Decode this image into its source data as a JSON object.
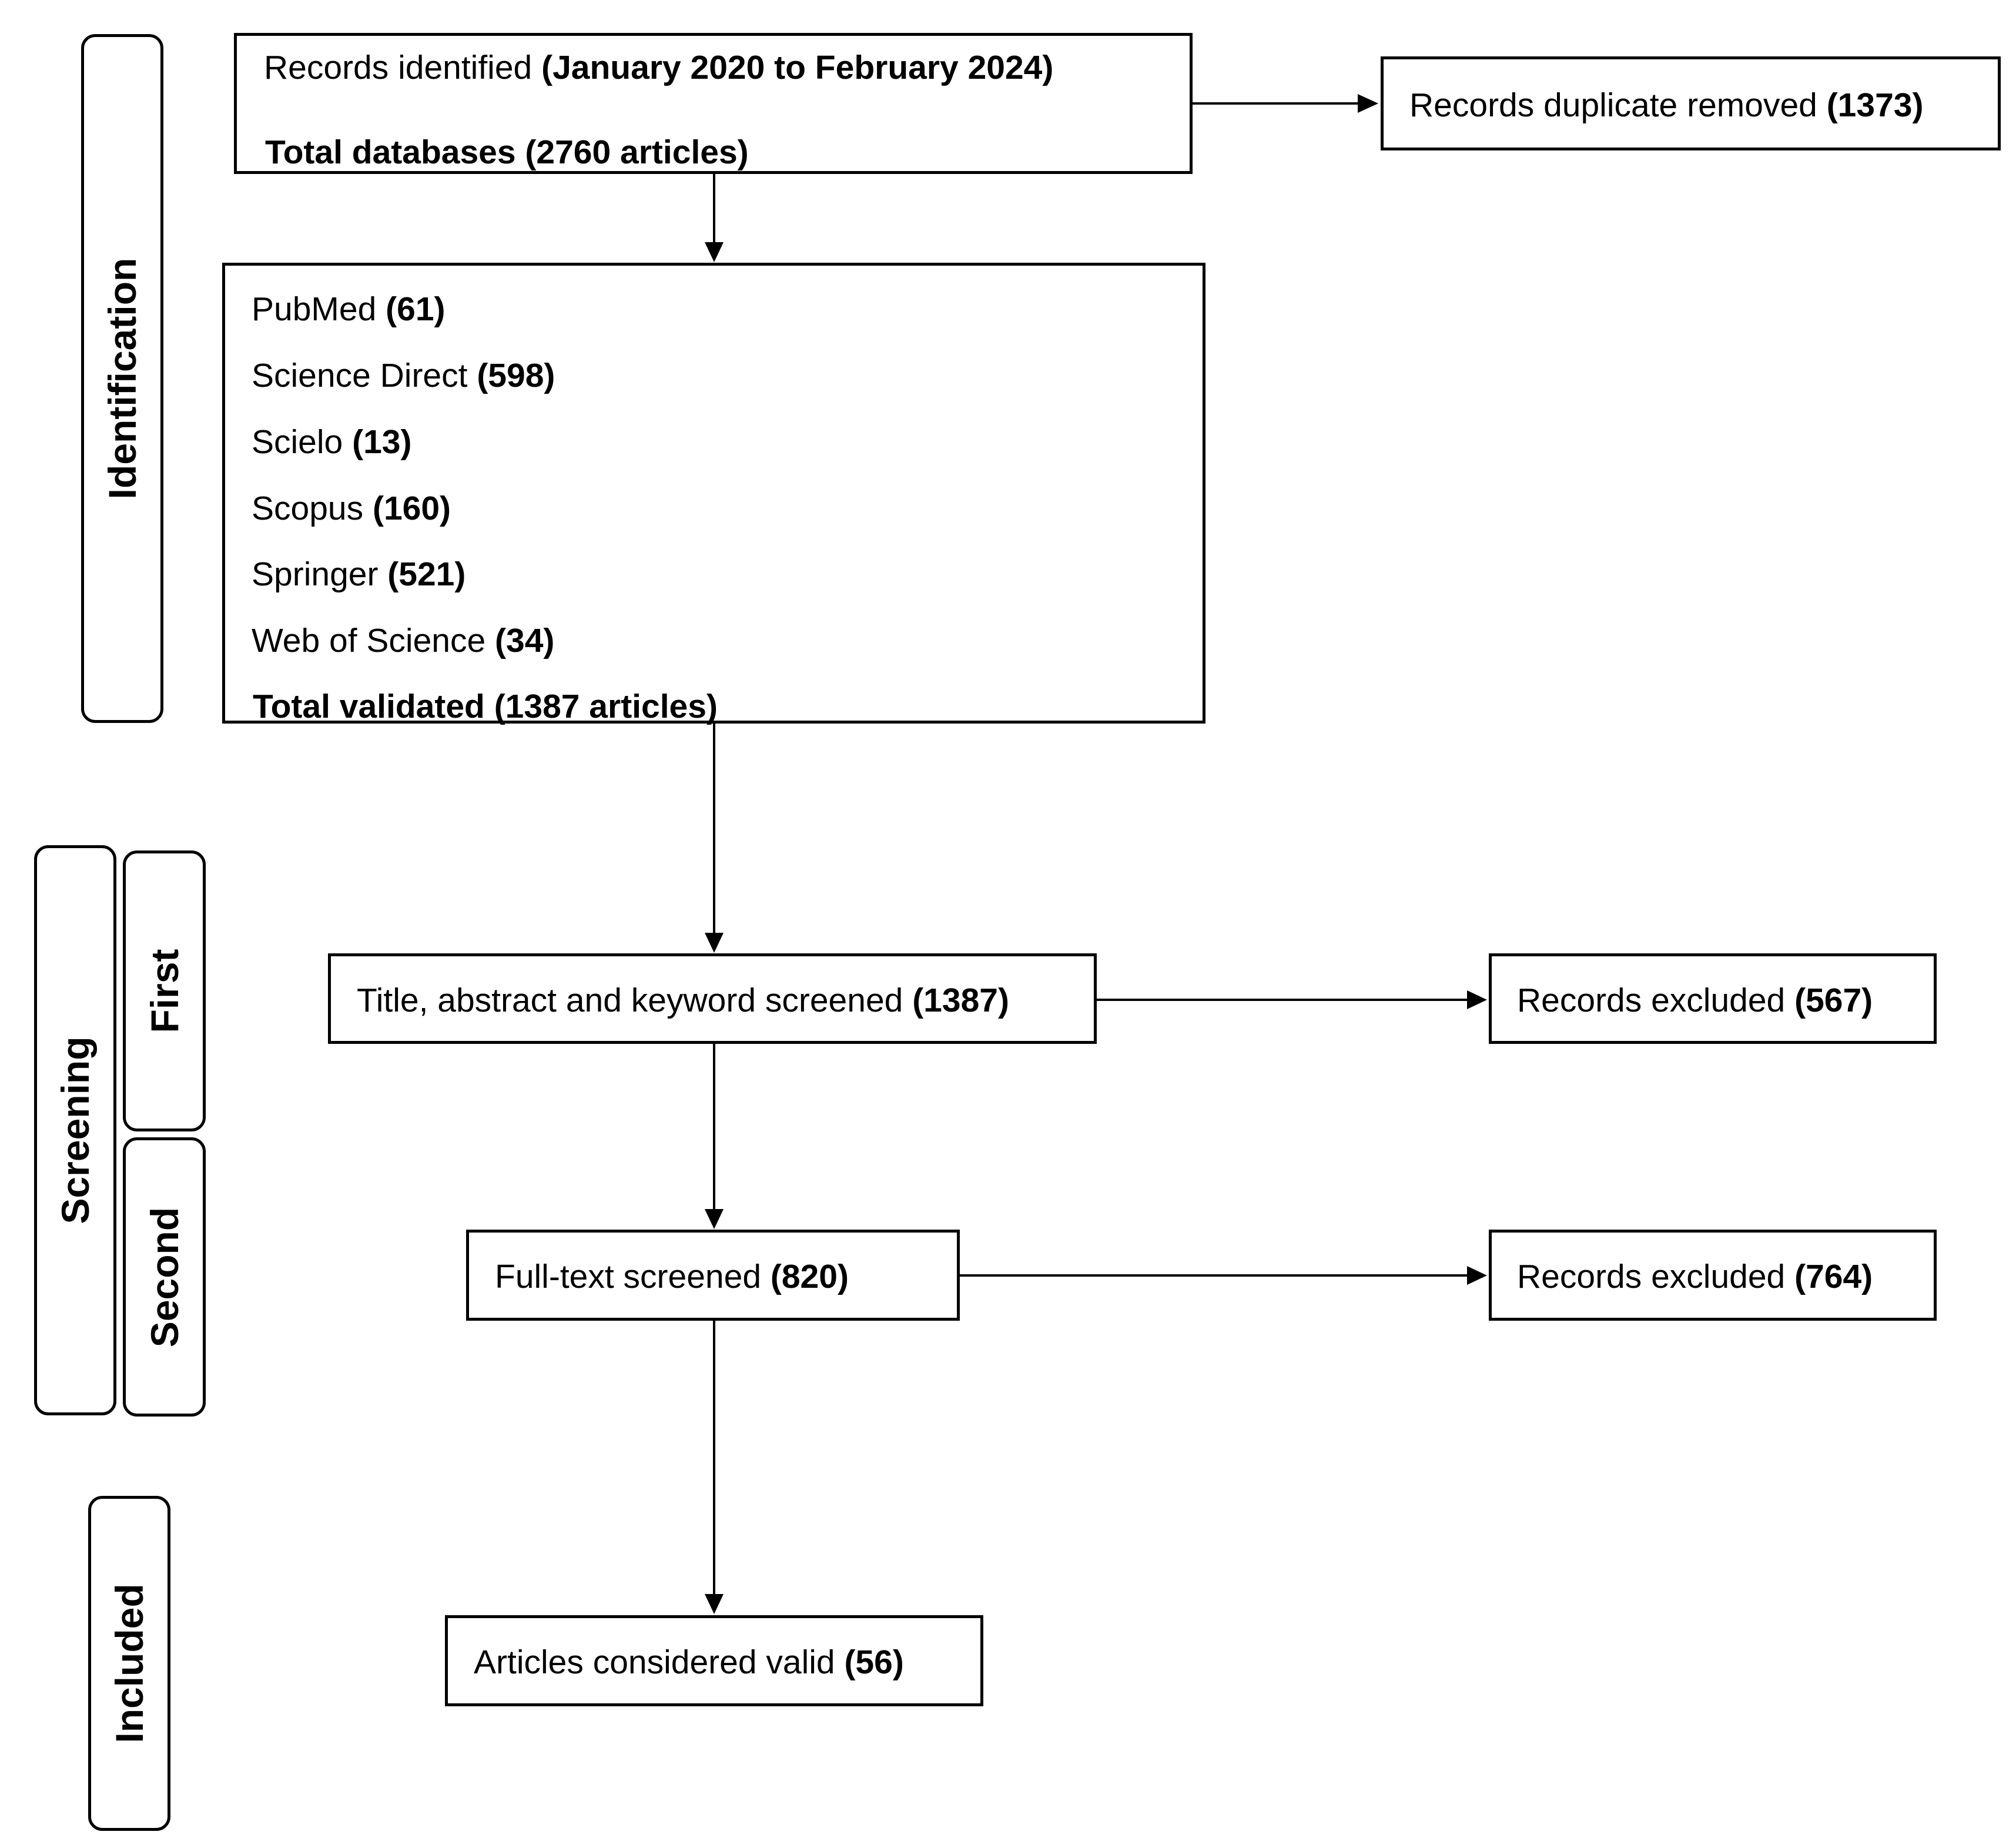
{
  "phases": {
    "identification": "Identification",
    "screening": "Screening",
    "first": "First",
    "second": "Second",
    "included": "Included"
  },
  "records_identified": {
    "prefix": "Records identified ",
    "period": "(January 2020 to February 2024)",
    "total": "Total databases (2760 articles)"
  },
  "duplicates": {
    "label": "Records duplicate removed ",
    "count": "(1373)"
  },
  "databases": [
    {
      "name": "PubMed ",
      "count": "(61)"
    },
    {
      "name": "Science Direct ",
      "count": "(598)"
    },
    {
      "name": "Scielo ",
      "count": "(13)"
    },
    {
      "name": "Scopus ",
      "count": "(160)"
    },
    {
      "name": "Springer ",
      "count": "(521)"
    },
    {
      "name": "Web of Science ",
      "count": "(34)"
    }
  ],
  "total_validated": "Total validated (1387 articles)",
  "first_screen": {
    "label": "Title, abstract and keyword screened ",
    "count": "(1387)"
  },
  "first_excluded": {
    "label": "Records excluded ",
    "count": "(567)"
  },
  "second_screen": {
    "label": "Full-text screened ",
    "count": "(820)"
  },
  "second_excluded": {
    "label": "Records excluded ",
    "count": "(764)"
  },
  "included": {
    "label": "Articles considered valid ",
    "count": "(56)"
  }
}
